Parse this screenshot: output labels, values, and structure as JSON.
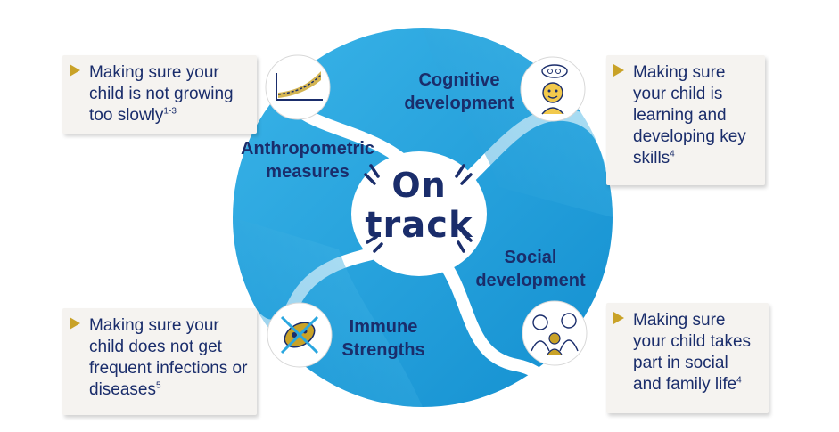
{
  "diagram": {
    "center": {
      "line1": "On",
      "line2": "track"
    },
    "segments": [
      {
        "id": "cognitive",
        "label": "Cognitive development",
        "icon": "child-thinking-icon"
      },
      {
        "id": "anthropometric",
        "label": "Anthropometric measures",
        "icon": "growth-chart-icon"
      },
      {
        "id": "social",
        "label": "Social development",
        "icon": "family-icon"
      },
      {
        "id": "immune",
        "label": "Immune Strengths",
        "icon": "crossed-germ-icon"
      }
    ],
    "callouts": {
      "top_left": {
        "text": "Making sure your child is not growing too slowly",
        "ref": "1-3"
      },
      "top_right": {
        "text": "Making sure your child is learning and developing key skills",
        "ref": "4"
      },
      "bottom_left": {
        "text": "Making sure your child does not get frequent infections or diseases",
        "ref": "5"
      },
      "bottom_right": {
        "text": "Making sure your child takes part in social and family life",
        "ref": "4"
      }
    },
    "colors": {
      "segment_blue": "#2aa7e0",
      "segment_dark": "#1591d2",
      "text_navy": "#1a2d6b",
      "accent_gold": "#c9a227",
      "callout_bg": "#f5f3f0"
    }
  }
}
